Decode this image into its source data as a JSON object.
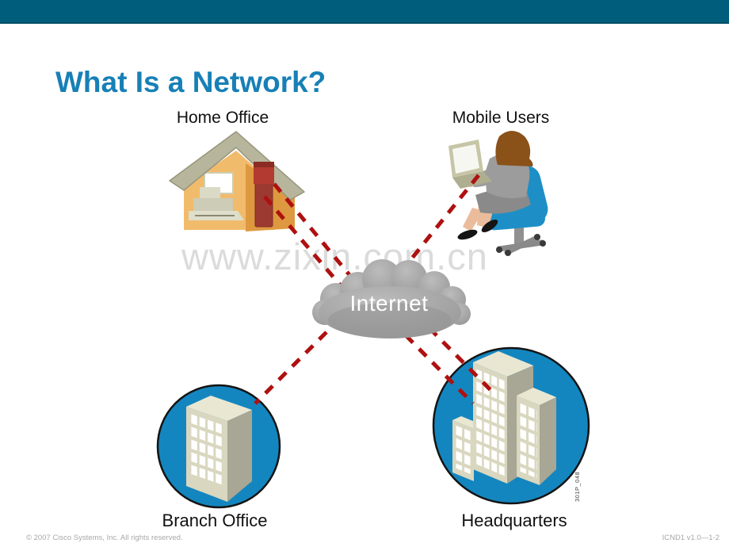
{
  "slide": {
    "title": "What Is a Network?",
    "watermark": "www.zixin.com.cn",
    "footer_left": "© 2007 Cisco Systems, Inc. All rights reserved.",
    "footer_right": "ICND1 v1.0—1-2",
    "figure_id": "301P_048"
  },
  "diagram": {
    "nodes": [
      {
        "id": "home-office",
        "label": "Home Office",
        "icon": "house-icon"
      },
      {
        "id": "mobile-users",
        "label": "Mobile Users",
        "icon": "mobile-user-icon"
      },
      {
        "id": "internet",
        "label": "Internet",
        "icon": "cloud-icon"
      },
      {
        "id": "branch-office",
        "label": "Branch Office",
        "icon": "office-building-icon"
      },
      {
        "id": "headquarters",
        "label": "Headquarters",
        "icon": "headquarters-buildings-icon"
      }
    ],
    "connections": [
      {
        "from": "home-office",
        "to": "internet",
        "style": "dashed",
        "lines": 2
      },
      {
        "from": "mobile-users",
        "to": "internet",
        "style": "dashed",
        "lines": 1
      },
      {
        "from": "internet",
        "to": "branch-office",
        "style": "dashed",
        "lines": 1
      },
      {
        "from": "internet",
        "to": "headquarters",
        "style": "dashed",
        "lines": 2
      }
    ]
  },
  "colors": {
    "top_bar": "#005E7C",
    "title": "#1780B6",
    "connection_dash": "#AF1010",
    "node_circle": "#1486BF",
    "cloud": "#9E9E9E",
    "watermark": "#DBDBDB",
    "footer_text": "#A8A8A8"
  }
}
